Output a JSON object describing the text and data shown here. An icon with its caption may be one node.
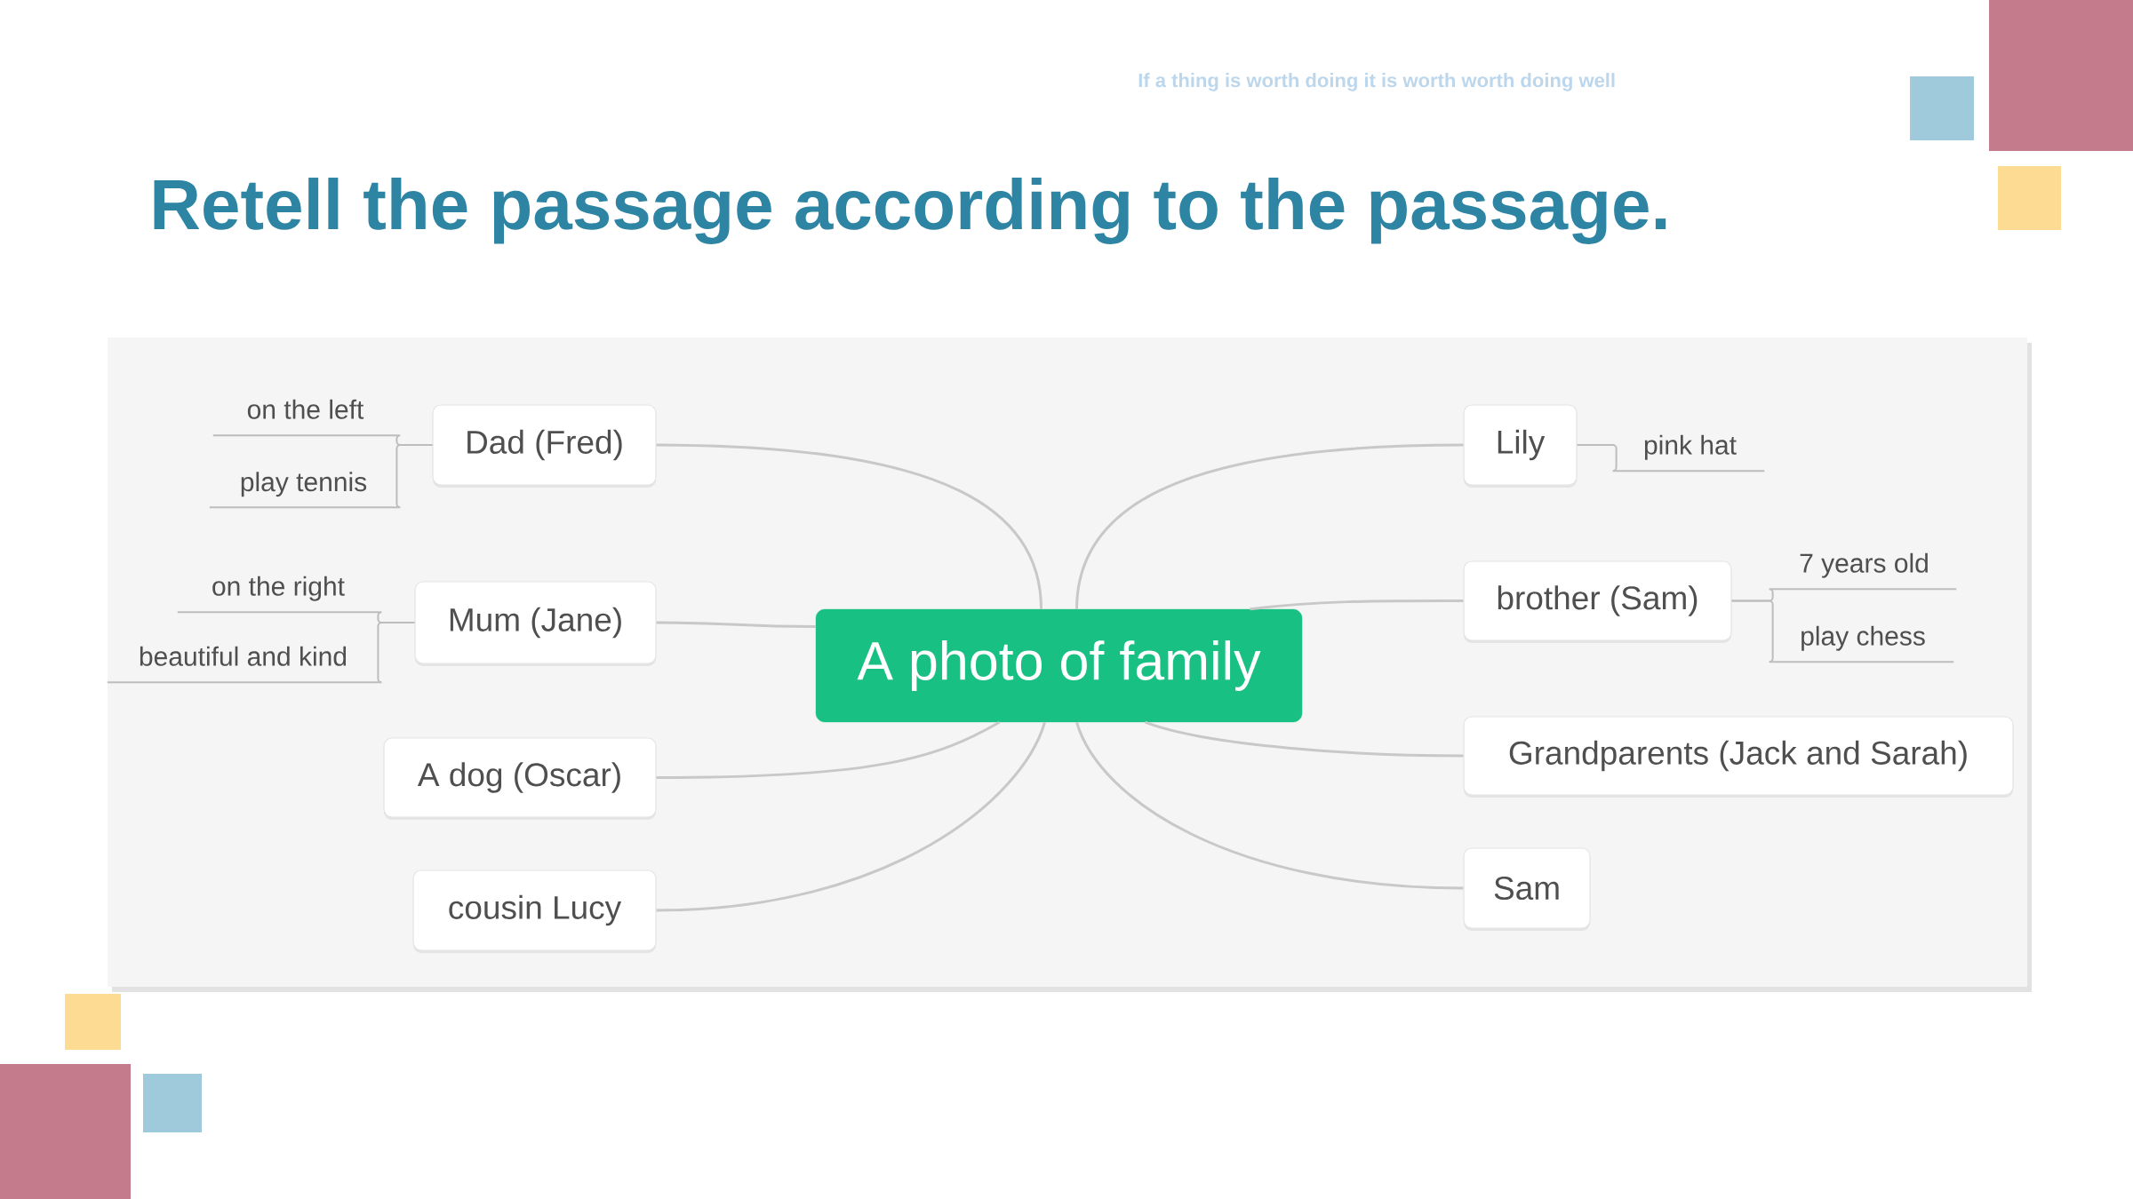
{
  "diagram": {
    "title": "Retell the passage according to the passage.",
    "nodes": [
      {
        "text": [
          "A photo of family"
        ]
      },
      {
        "text": [
          "Dad (Fred)"
        ]
      },
      {
        "text": [
          "on the left"
        ]
      },
      {
        "text": [
          "play tennis"
        ]
      },
      {
        "text": [
          "Mum (Jane)"
        ]
      },
      {
        "text": [
          "on the right"
        ]
      },
      {
        "text": [
          "beautiful and kind"
        ]
      },
      {
        "text": [
          "A dog (Oscar)"
        ]
      },
      {
        "text": [
          "cousin Lucy"
        ]
      },
      {
        "text": [
          "Lily"
        ]
      },
      {
        "text": [
          "pink hat"
        ]
      },
      {
        "text": [
          "brother (Sam)"
        ]
      },
      {
        "text": [
          "7 years old"
        ]
      },
      {
        "text": [
          "play chess"
        ]
      },
      {
        "text": [
          "Grandparents (Jack and Sarah)"
        ]
      },
      {
        "text": [
          "Sam"
        ]
      }
    ],
    "edges": [
      {
        "from": 0,
        "to": 1,
        "arrow": "none"
      },
      {
        "from": 0,
        "to": 4,
        "arrow": "none"
      },
      {
        "from": 0,
        "to": 7,
        "arrow": "none"
      },
      {
        "from": 0,
        "to": 8,
        "arrow": "none"
      },
      {
        "from": 0,
        "to": 9,
        "arrow": "none"
      },
      {
        "from": 0,
        "to": 11,
        "arrow": "none"
      },
      {
        "from": 0,
        "to": 14,
        "arrow": "none"
      },
      {
        "from": 0,
        "to": 15,
        "arrow": "none"
      },
      {
        "from": 1,
        "to": 2,
        "arrow": "none"
      },
      {
        "from": 1,
        "to": 3,
        "arrow": "none"
      },
      {
        "from": 4,
        "to": 5,
        "arrow": "none"
      },
      {
        "from": 4,
        "to": 6,
        "arrow": "none"
      },
      {
        "from": 9,
        "to": 10,
        "arrow": "none"
      },
      {
        "from": 11,
        "to": 12,
        "arrow": "none"
      },
      {
        "from": 11,
        "to": 13,
        "arrow": "none"
      }
    ],
    "labels": [
      "If a thing is worth doing it is worth worth doing well"
    ]
  }
}
